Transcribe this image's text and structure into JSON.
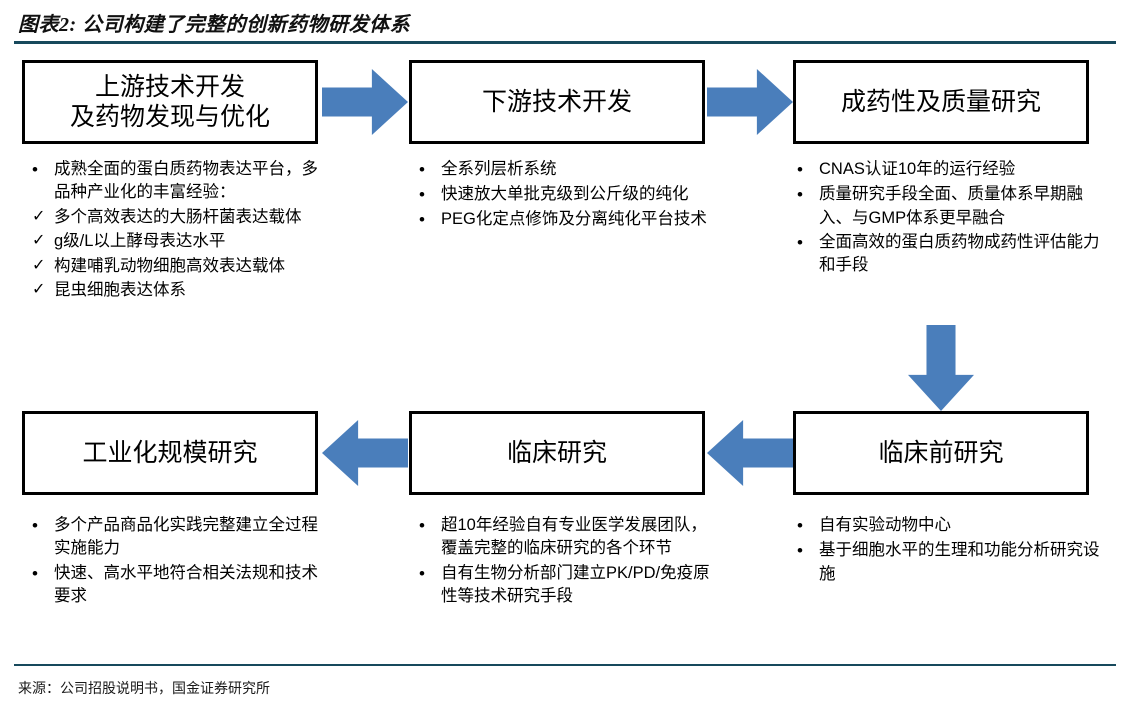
{
  "header": {
    "figure_title": "图表2: 公司构建了完整的创新药物研发体系",
    "rule_color": "#17495c"
  },
  "footer": {
    "source_note": "来源：公司招股说明书，国金证券研究所"
  },
  "theme": {
    "arrow_color": "#4a7ebb",
    "box_border_color": "#000000",
    "text_color": "#000000"
  },
  "stages": {
    "upstream": {
      "title": "上游技术开发\n及药物发现与优化",
      "bullets": [
        {
          "marker": "•",
          "text": "成熟全面的蛋白质药物表达平台，多品种产业化的丰富经验："
        },
        {
          "marker": "✓",
          "text": "多个高效表达的大肠杆菌表达载体"
        },
        {
          "marker": "✓",
          "text": "g级/L以上酵母表达水平"
        },
        {
          "marker": "✓",
          "text": "构建哺乳动物细胞高效表达载体"
        },
        {
          "marker": "✓",
          "text": "昆虫细胞表达体系"
        }
      ]
    },
    "downstream": {
      "title": "下游技术开发",
      "bullets": [
        {
          "marker": "•",
          "text": "全系列层析系统"
        },
        {
          "marker": "•",
          "text": "快速放大单批克级到公斤级的纯化"
        },
        {
          "marker": "•",
          "text": "PEG化定点修饰及分离纯化平台技术"
        }
      ]
    },
    "druggability": {
      "title": "成药性及质量研究",
      "bullets": [
        {
          "marker": "•",
          "text": "CNAS认证10年的运行经验"
        },
        {
          "marker": "•",
          "text": "质量研究手段全面、质量体系早期融入、与GMP体系更早融合"
        },
        {
          "marker": "•",
          "text": "全面高效的蛋白质药物成药性评估能力和手段"
        }
      ]
    },
    "preclinical": {
      "title": "临床前研究",
      "bullets": [
        {
          "marker": "•",
          "text": "自有实验动物中心"
        },
        {
          "marker": "•",
          "text": "基于细胞水平的生理和功能分析研究设施"
        }
      ]
    },
    "clinical": {
      "title": "临床研究",
      "bullets": [
        {
          "marker": "•",
          "text": "超10年经验自有专业医学发展团队，覆盖完整的临床研究的各个环节"
        },
        {
          "marker": "•",
          "text": "自有生物分析部门建立PK/PD/免疫原性等技术研究手段"
        }
      ]
    },
    "industrial": {
      "title": "工业化规模研究",
      "bullets": [
        {
          "marker": "•",
          "text": "多个产品商品化实践完整建立全过程实施能力"
        },
        {
          "marker": "•",
          "text": "快速、高水平地符合相关法规和技术要求"
        }
      ]
    }
  },
  "arrows": [
    {
      "name": "arrow-upstream-to-downstream",
      "direction": "right"
    },
    {
      "name": "arrow-downstream-to-druggability",
      "direction": "right"
    },
    {
      "name": "arrow-druggability-to-preclinical",
      "direction": "down"
    },
    {
      "name": "arrow-preclinical-to-clinical",
      "direction": "left"
    },
    {
      "name": "arrow-clinical-to-industrial",
      "direction": "left"
    }
  ]
}
